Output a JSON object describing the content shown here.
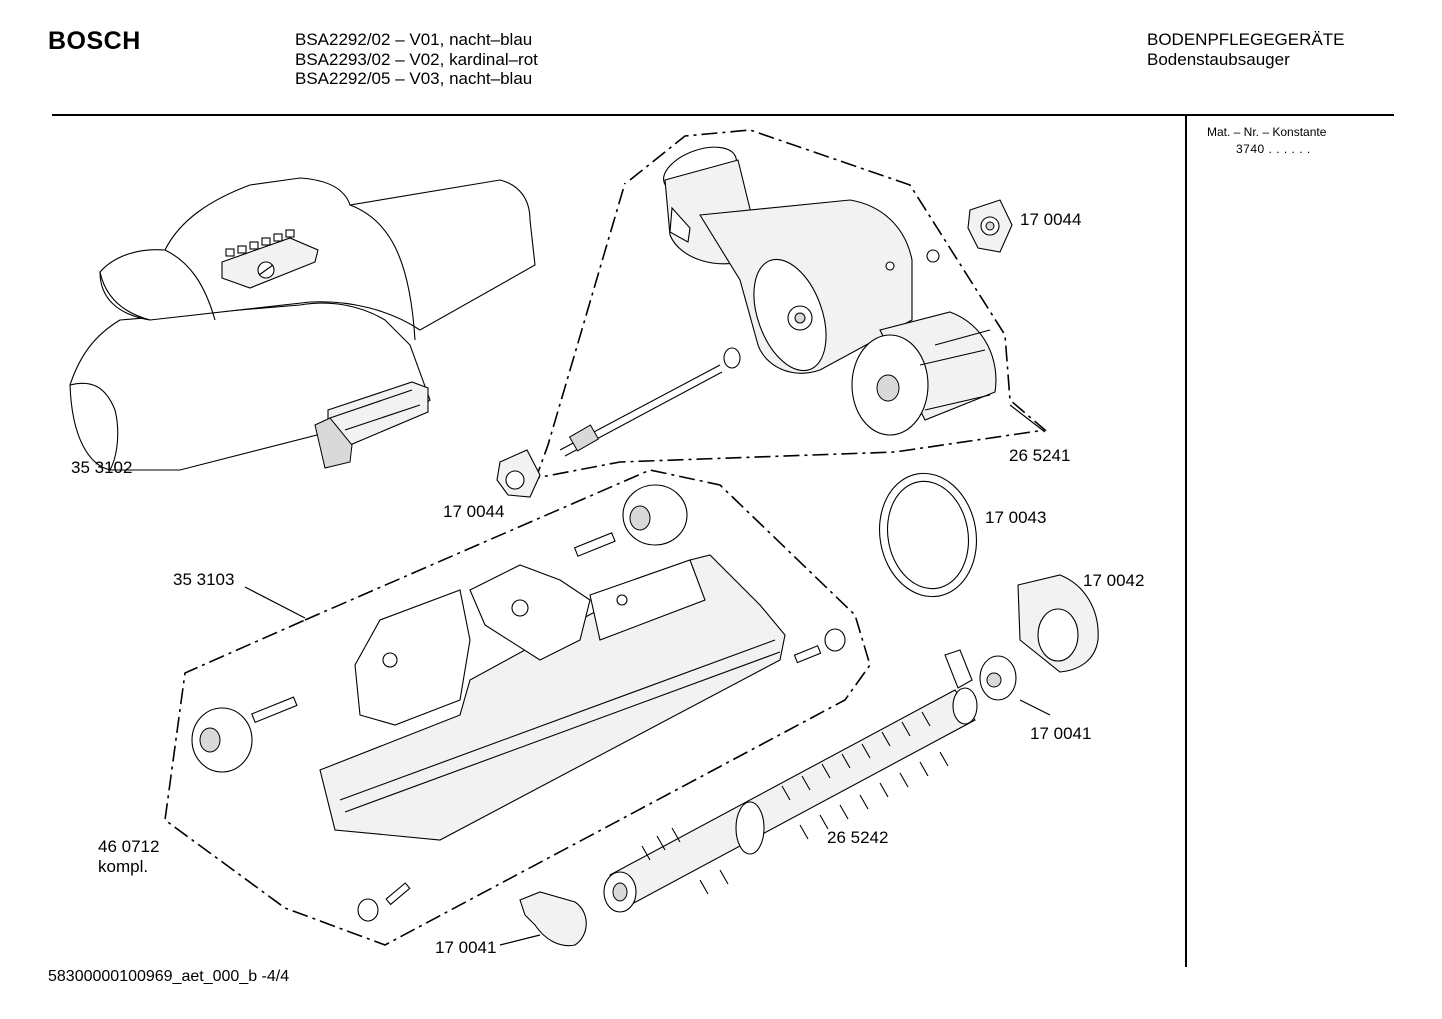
{
  "header": {
    "brand": "BOSCH",
    "models": [
      "BSA2292/02 – V01, nacht–blau",
      "BSA2293/02 – V02, kardinal–rot",
      "BSA2292/05 – V03, nacht–blau"
    ],
    "category": "BODENPFLEGEGERÄTE",
    "subcategory": "Bodenstaubsauger"
  },
  "side_panel": {
    "label": "Mat. – Nr. – Konstante",
    "value": "3740  .  .    .  .  .  ."
  },
  "parts": [
    {
      "number": "35 3102"
    },
    {
      "number": "17 0044"
    },
    {
      "number": "17 0044"
    },
    {
      "number": "26 5241"
    },
    {
      "number": "17 0043"
    },
    {
      "number": "17 0042"
    },
    {
      "number": "35 3103"
    },
    {
      "number": "17 0041"
    },
    {
      "number": "46 0712",
      "note": "kompl."
    },
    {
      "number": "26 5242"
    },
    {
      "number": "17 0041"
    }
  ],
  "footer": {
    "doc_id": "58300000100969_aet_000_b -4/4"
  }
}
